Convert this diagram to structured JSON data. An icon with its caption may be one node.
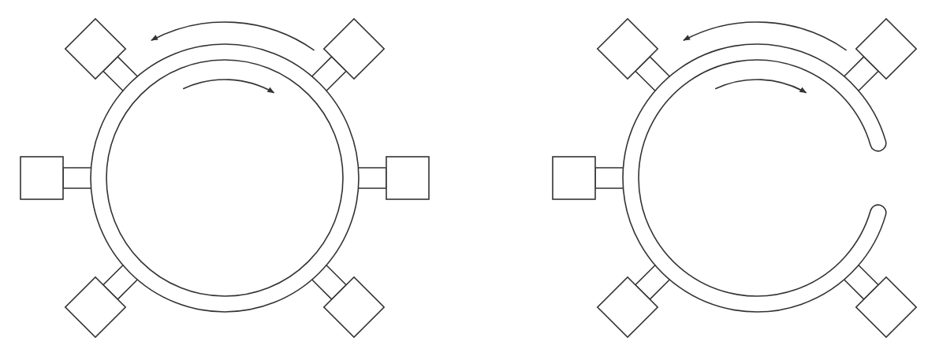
{
  "diagram": {
    "nodes": [
      {
        "text": [],
        "shape": "circle"
      },
      {
        "text": [],
        "shape": "box"
      },
      {
        "text": [],
        "shape": "box"
      },
      {
        "text": [],
        "shape": "box"
      },
      {
        "text": [],
        "shape": "box"
      },
      {
        "text": [],
        "shape": "box"
      },
      {
        "text": [],
        "shape": "box"
      },
      {
        "text": [],
        "shape": "circle"
      },
      {
        "text": [],
        "shape": "box"
      },
      {
        "text": [],
        "shape": "box"
      },
      {
        "text": [],
        "shape": "box"
      },
      {
        "text": [],
        "shape": "box"
      },
      {
        "text": [],
        "shape": "box"
      }
    ],
    "edges": [
      {
        "from": 1,
        "to": 0,
        "arrow": "none"
      },
      {
        "from": 2,
        "to": 0,
        "arrow": "none"
      },
      {
        "from": 3,
        "to": 0,
        "arrow": "none"
      },
      {
        "from": 4,
        "to": 0,
        "arrow": "none"
      },
      {
        "from": 5,
        "to": 0,
        "arrow": "none"
      },
      {
        "from": 6,
        "to": 0,
        "arrow": "none"
      },
      {
        "from": 8,
        "to": 7,
        "arrow": "none"
      },
      {
        "from": 9,
        "to": 7,
        "arrow": "none"
      },
      {
        "from": 10,
        "to": 7,
        "arrow": "none"
      },
      {
        "from": 11,
        "to": 7,
        "arrow": "none"
      },
      {
        "from": 12,
        "to": 7,
        "arrow": "none"
      }
    ]
  }
}
